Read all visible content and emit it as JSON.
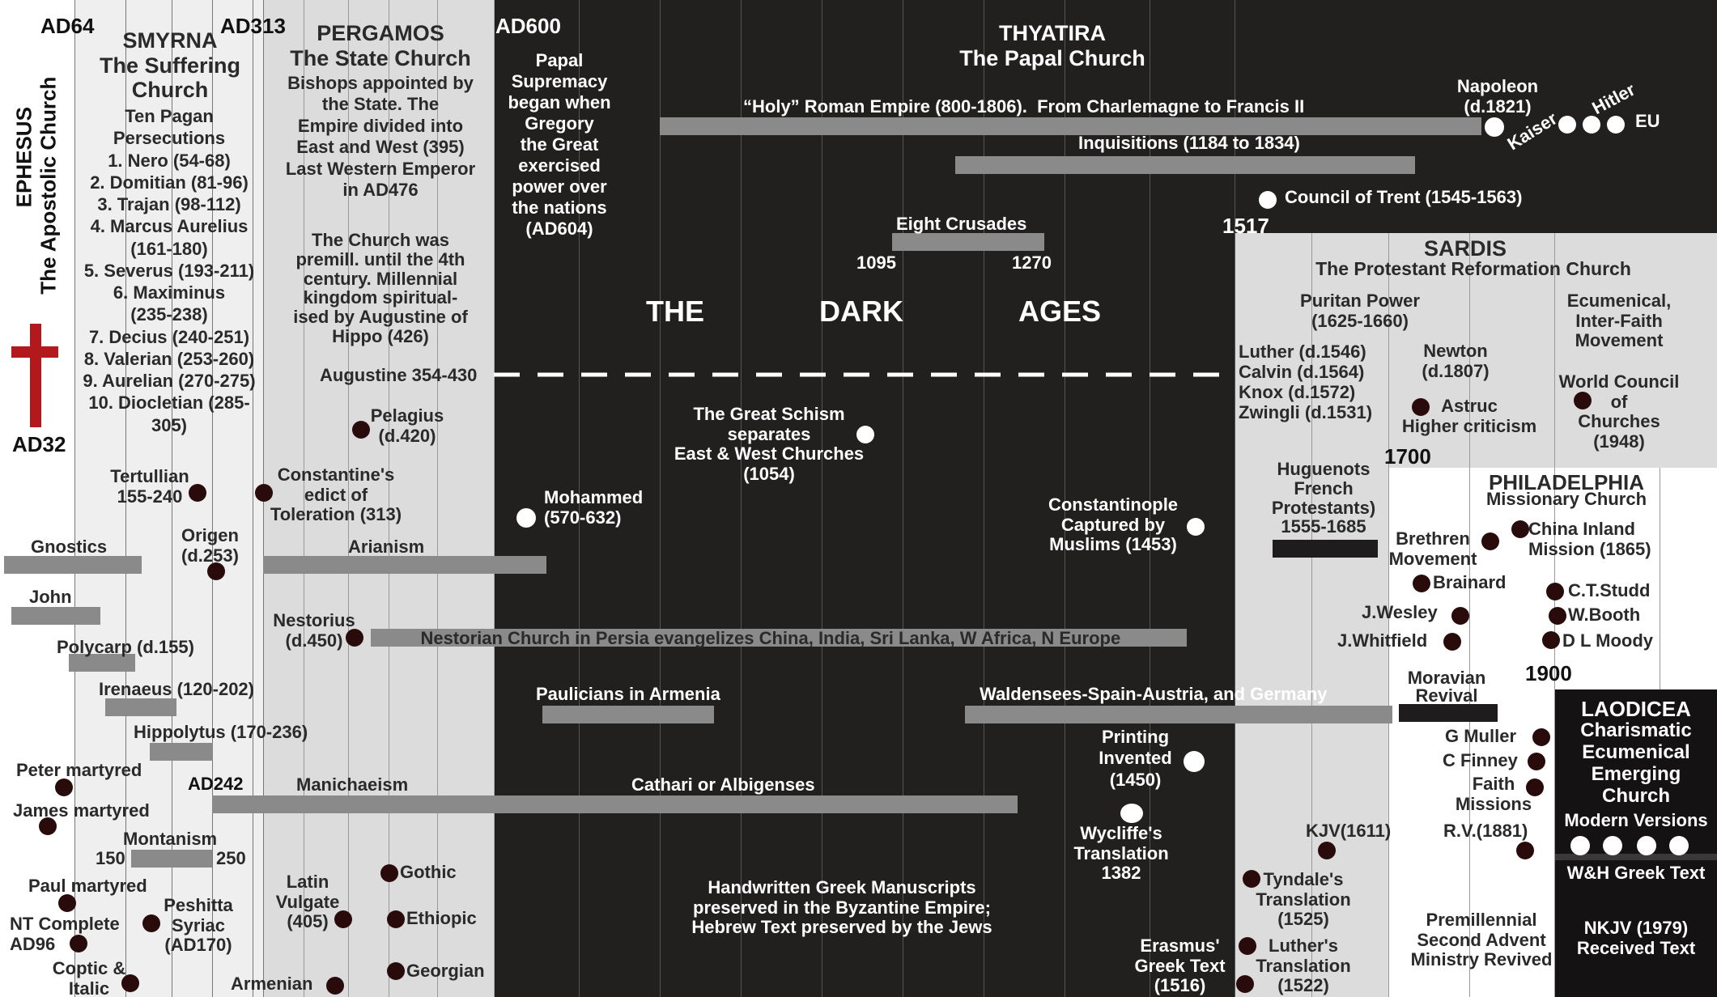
{
  "colors": {
    "dark": "#221f1f",
    "light": "#efefef",
    "mid": "#dcdcdc",
    "bar": "#8a8a8a",
    "cross": "#b3181c",
    "dot_dark": "#2a0b0b"
  },
  "periods": {
    "ad64": "AD64",
    "ad313": "AD313",
    "ad600": "AD600",
    "ad32": "AD32",
    "ad242": "AD242",
    "y1517": "1517",
    "y1700": "1700",
    "y1900": "1900"
  },
  "churches": {
    "ephesus": {
      "name": "EPHESUS",
      "sub": "The Apostolic Church"
    },
    "smyrna": {
      "name": "SMYRNA",
      "sub": "The Suffering\nChurch"
    },
    "pergamos": {
      "name": "PERGAMOS",
      "sub": "The State Church"
    },
    "thyatira": {
      "name": "THYATIRA",
      "sub": "The Papal Church"
    },
    "sardis": {
      "name": "SARDIS",
      "sub": "The Protestant Reformation Church"
    },
    "philadelphia": {
      "name": "PHILADELPHIA",
      "sub": "Missionary Church"
    },
    "laodicea": {
      "name": "LAODICEA",
      "sub": "Charismatic\nEcumenical\nEmerging\nChurch"
    }
  },
  "smyrna_notes": "Ten Pagan\nPersecutions\n1. Nero (54-68)\n2. Domitian (81-96)\n3. Trajan (98-112)\n4. Marcus Aurelius\n(161-180)\n5. Severus (193-211)\n6. Maximinus\n(235-238)\n7. Decius (240-251)\n8. Valerian (253-260)\n9. Aurelian (270-275)\n10. Diocletian (285-\n305)",
  "pergamos_notes": {
    "bishops": "Bishops appointed by\nthe State. The\nEmpire divided into\nEast and West (395)\nLast Western Emperor\nin AD476",
    "premill": "The Church was\npremill. until the 4th\ncentury. Millennial\nkingdom spiritual-\nised by Augustine of\nHippo (426)",
    "augustine": "Augustine 354-430"
  },
  "papal": "Papal\nSupremacy\nbegan when\nGregory\nthe Great\nexercised\npower over\nthe nations\n(AD604)",
  "dark_ages": {
    "w1": "THE",
    "w2": "DARK",
    "w3": "AGES"
  },
  "top_events": {
    "holy_roman": "“Holy” Roman Empire (800-1806).  From Charlemagne to Francis II",
    "inquisitions": "Inquisitions (1184 to 1834)",
    "napoleon": "Napoleon\n(d.1821)",
    "kaiser": "Kaiser",
    "hitler": "Hitler",
    "eu": "EU",
    "trent": "Council of Trent (1545-1563)",
    "crusades": "Eight Crusades",
    "c1095": "1095",
    "c1270": "1270"
  },
  "bar_labels": {
    "gnostics": "Gnostics",
    "john": "John",
    "polycarp": "Polycarp (d.155)",
    "irenaeus": "Irenaeus (120-202)",
    "hippolytus": "Hippolytus (170-236)",
    "montanism": "Montanism",
    "m150": "150",
    "m250": "250",
    "arianism": "Arianism",
    "nestorian": "Nestorian Church in Persia evangelizes China, India, Sri Lanka, W Africa, N Europe",
    "paulicians": "Paulicians in Armenia",
    "waldensees": "Waldensees-Spain-Austria, and Germany",
    "manichaeism": "Manichaeism",
    "cathari": "Cathari or Albigenses",
    "moravian": "Moravian\nRevival",
    "huguenots": "Huguenots\nFrench\nProtestants)\n1555-1685"
  },
  "people": {
    "tertullian": "Tertullian\n155-240",
    "origen": "Origen\n(d.253)",
    "pelagius": "Pelagius\n(d.420)",
    "constantine": "Constantine's\nedict of\nToleration (313)",
    "nestorius": "Nestorius\n(d.450)",
    "peter": "Peter martyred",
    "james": "James martyred",
    "paul": "Paul martyred",
    "nt": "NT Complete\nAD96",
    "peshitta": "Peshitta\nSyriac\n(AD170)",
    "coptic": "Coptic &\nItalic",
    "vulgate": "Latin\nVulgate\n(405)",
    "gothic": "Gothic",
    "ethiopic": "Ethiopic",
    "georgian": "Georgian",
    "armenian": "Armenian",
    "schism": "The Great Schism\nseparates\nEast & West Churches\n(1054)",
    "mohammed": "Mohammed\n(570-632)",
    "constantinople": "Constantinople\nCaptured by\nMuslims (1453)",
    "printing": "Printing\nInvented\n(1450)",
    "wycliffe": "Wycliffe's\nTranslation\n1382",
    "manuscripts": "Handwritten Greek Manuscripts\npreserved in the Byzantine Empire;\nHebrew Text preserved by the Jews",
    "erasmus": "Erasmus'\nGreek Text\n(1516)",
    "tyndale": "Tyndale's\nTranslation\n(1525)",
    "luther_tr": "Luther's\nTranslation\n(1522)",
    "kjv": "KJV(1611)",
    "reformers": "Luther (d.1546)\nCalvin (d.1564)\nKnox (d.1572)\nZwingli (d.1531)",
    "puritan": "Puritan Power\n(1625-1660)",
    "newton": "Newton\n(d.1807)",
    "astruc": "Astruc\nHigher criticism",
    "ecumenical": "Ecumenical,\nInter-Faith\nMovement",
    "wcc": "World Council\nof\nChurches\n(1948)",
    "brethren": "Brethren\nMovement",
    "china": "China Inland\nMission (1865)",
    "brainard": "Brainard",
    "studd": "C.T.Studd",
    "wesley": "J.Wesley",
    "booth": "W.Booth",
    "whitfield": "J.Whitfield",
    "moody": "D L Moody",
    "muller": "G Muller",
    "finney": "C Finney",
    "faith": "Faith\nMissions",
    "rv": "R.V.(1881)",
    "premill": "Premillennial\nSecond Advent\nMinistry Revived",
    "modern": "Modern Versions",
    "wh": "W&H Greek Text",
    "nkjv": "NKJV (1979)\nReceived Text"
  }
}
